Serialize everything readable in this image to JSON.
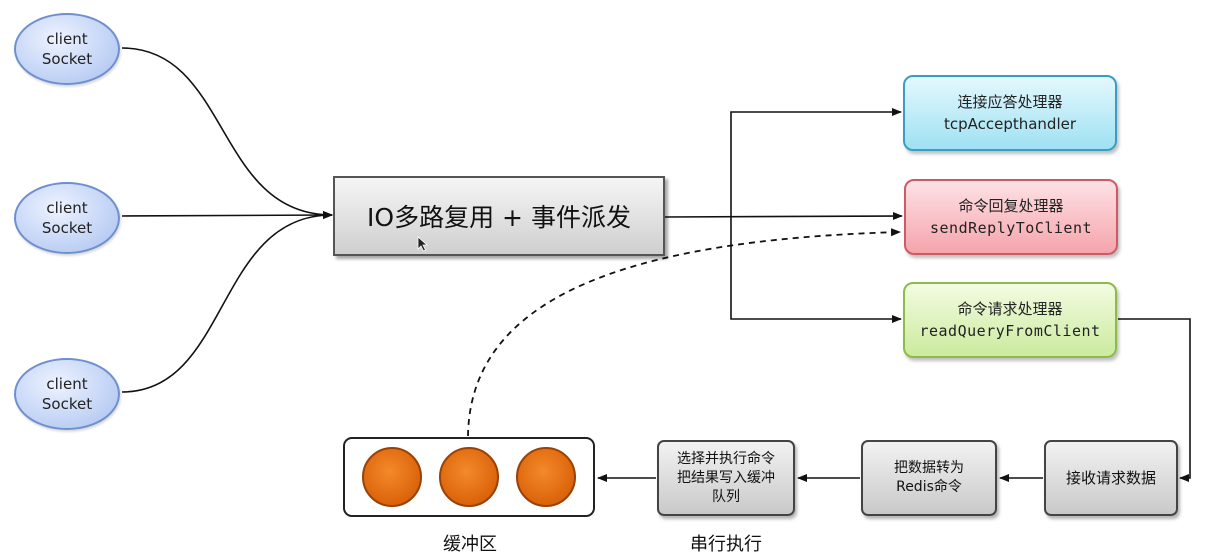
{
  "clients": [
    {
      "line1": "client",
      "line2": "Socket"
    },
    {
      "line1": "client",
      "line2": "Socket"
    },
    {
      "line1": "client",
      "line2": "Socket"
    }
  ],
  "mux_label": "IO多路复用 + 事件派发",
  "handlers": {
    "accept": {
      "zh": "连接应答处理器",
      "en": "tcpAccepthandler"
    },
    "reply": {
      "zh": "命令回复处理器",
      "en": "sendReplyToClient"
    },
    "query": {
      "zh": "命令请求处理器",
      "en": "readQueryFromClient"
    }
  },
  "steps": {
    "receive": "接收请求数据",
    "convert": {
      "line1": "把数据转为",
      "line2": "Redis命令"
    },
    "execute": {
      "line1": "选择并执行命令",
      "line2": "把结果写入缓冲",
      "line3": "队列"
    }
  },
  "captions": {
    "buffer": "缓冲区",
    "serial": "串行执行"
  },
  "colors": {
    "client_fill": "#c7d7f7",
    "accept_fill": "#9fe1f3",
    "reply_fill": "#f5a4ac",
    "query_fill": "#cbeb9e",
    "buffer_dot": "#e0690f"
  }
}
